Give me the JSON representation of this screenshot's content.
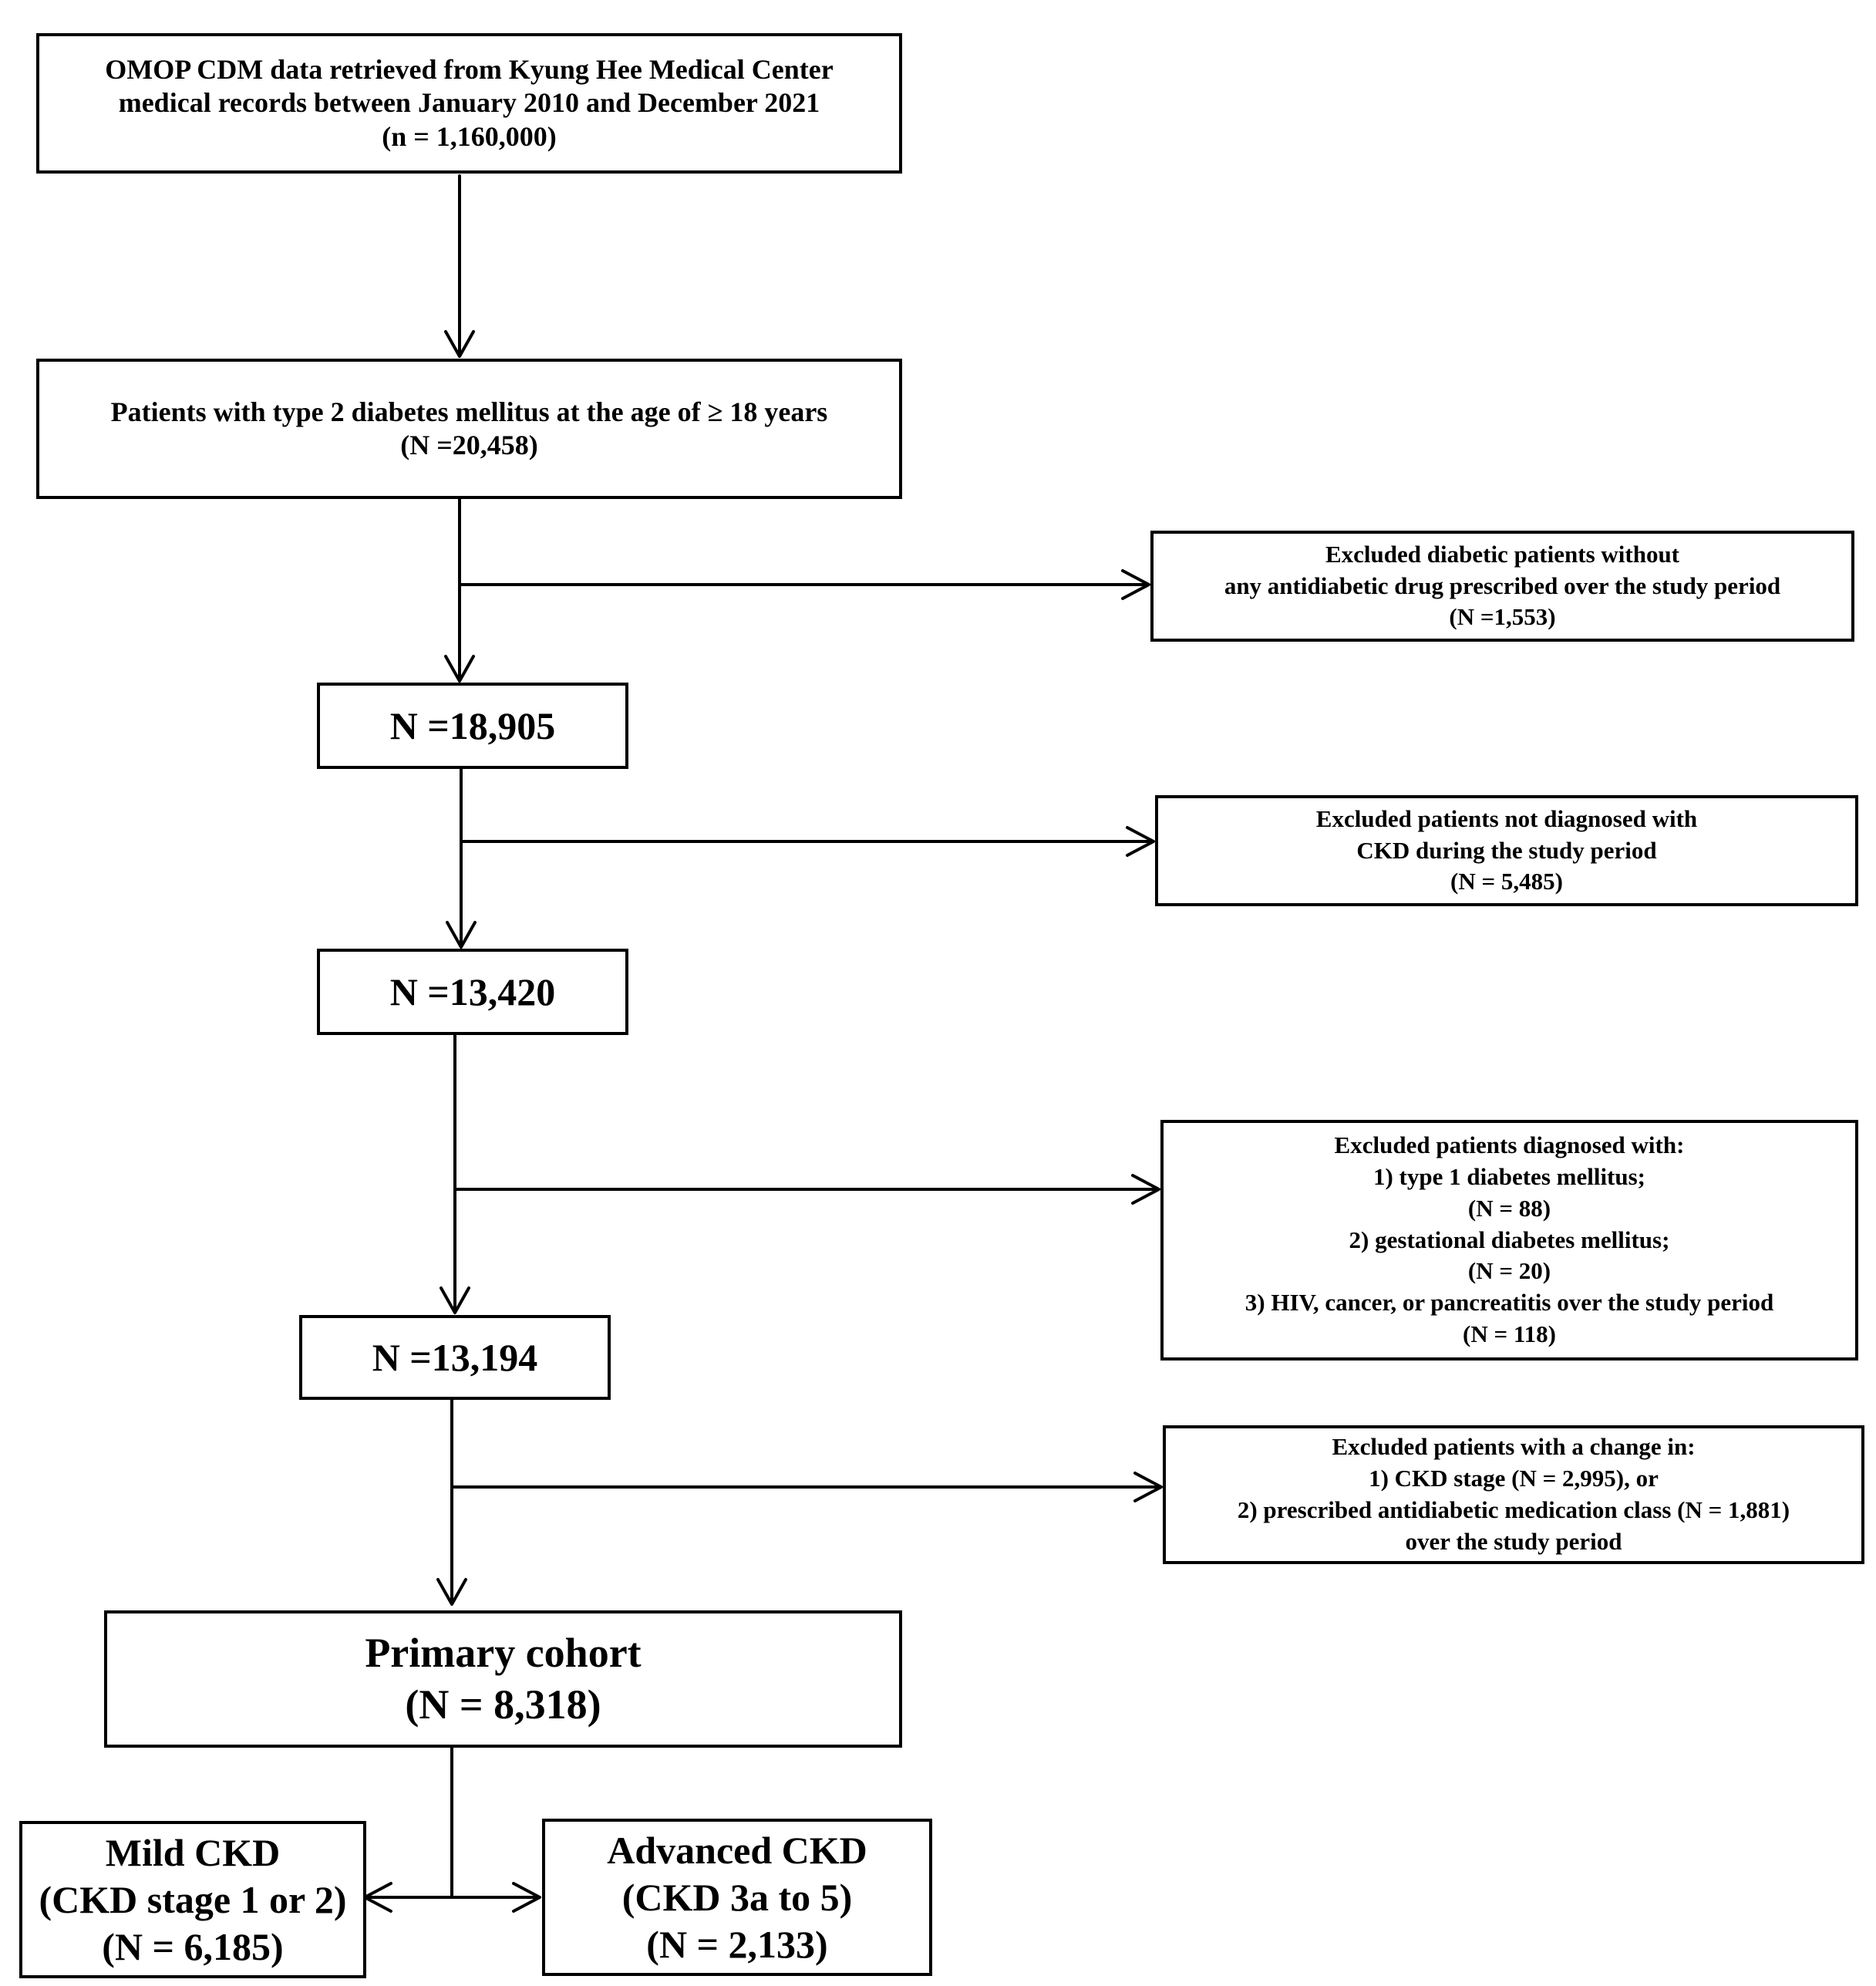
{
  "boxes": {
    "source": {
      "line1": "OMOP CDM data retrieved from Kyung Hee Medical Center",
      "line2": "medical records between January 2010 and December 2021",
      "line3": "(n = 1,160,000)"
    },
    "t2dm": {
      "line1": "Patients with type 2 diabetes mellitus at the age of ≥ 18 years",
      "line2": "(N =20,458)"
    },
    "n1": {
      "line1": "N =18,905"
    },
    "n2": {
      "line1": "N =13,420"
    },
    "n3": {
      "line1": "N =13,194"
    },
    "primary": {
      "line1": "Primary cohort",
      "line2": "(N = 8,318)"
    },
    "mild": {
      "line1": "Mild CKD",
      "line2": "(CKD stage 1 or 2)",
      "line3": "(N = 6,185)"
    },
    "advanced": {
      "line1": "Advanced CKD",
      "line2": "(CKD 3a to 5)",
      "line3": "(N = 2,133)"
    }
  },
  "exclusions": {
    "ex1": {
      "line1": "Excluded diabetic patients without",
      "line2": "any antidiabetic drug prescribed over the study period",
      "line3": "(N =1,553)"
    },
    "ex2": {
      "line1": "Excluded patients not diagnosed with",
      "line2": "CKD during the study period",
      "line3": "(N = 5,485)"
    },
    "ex3": {
      "line1": "Excluded patients diagnosed with:",
      "line2": "1) type 1 diabetes mellitus;",
      "line3": "(N = 88)",
      "line4": "2) gestational diabetes mellitus;",
      "line5": "(N = 20)",
      "line6": "3) HIV, cancer, or pancreatitis over the study period",
      "line7": "(N = 118)"
    },
    "ex4": {
      "line1": "Excluded patients with a change in:",
      "line2": "1) CKD stage (N = 2,995), or",
      "line3": "2) prescribed antidiabetic medication class (N = 1,881)",
      "line4": "over the study period"
    }
  }
}
